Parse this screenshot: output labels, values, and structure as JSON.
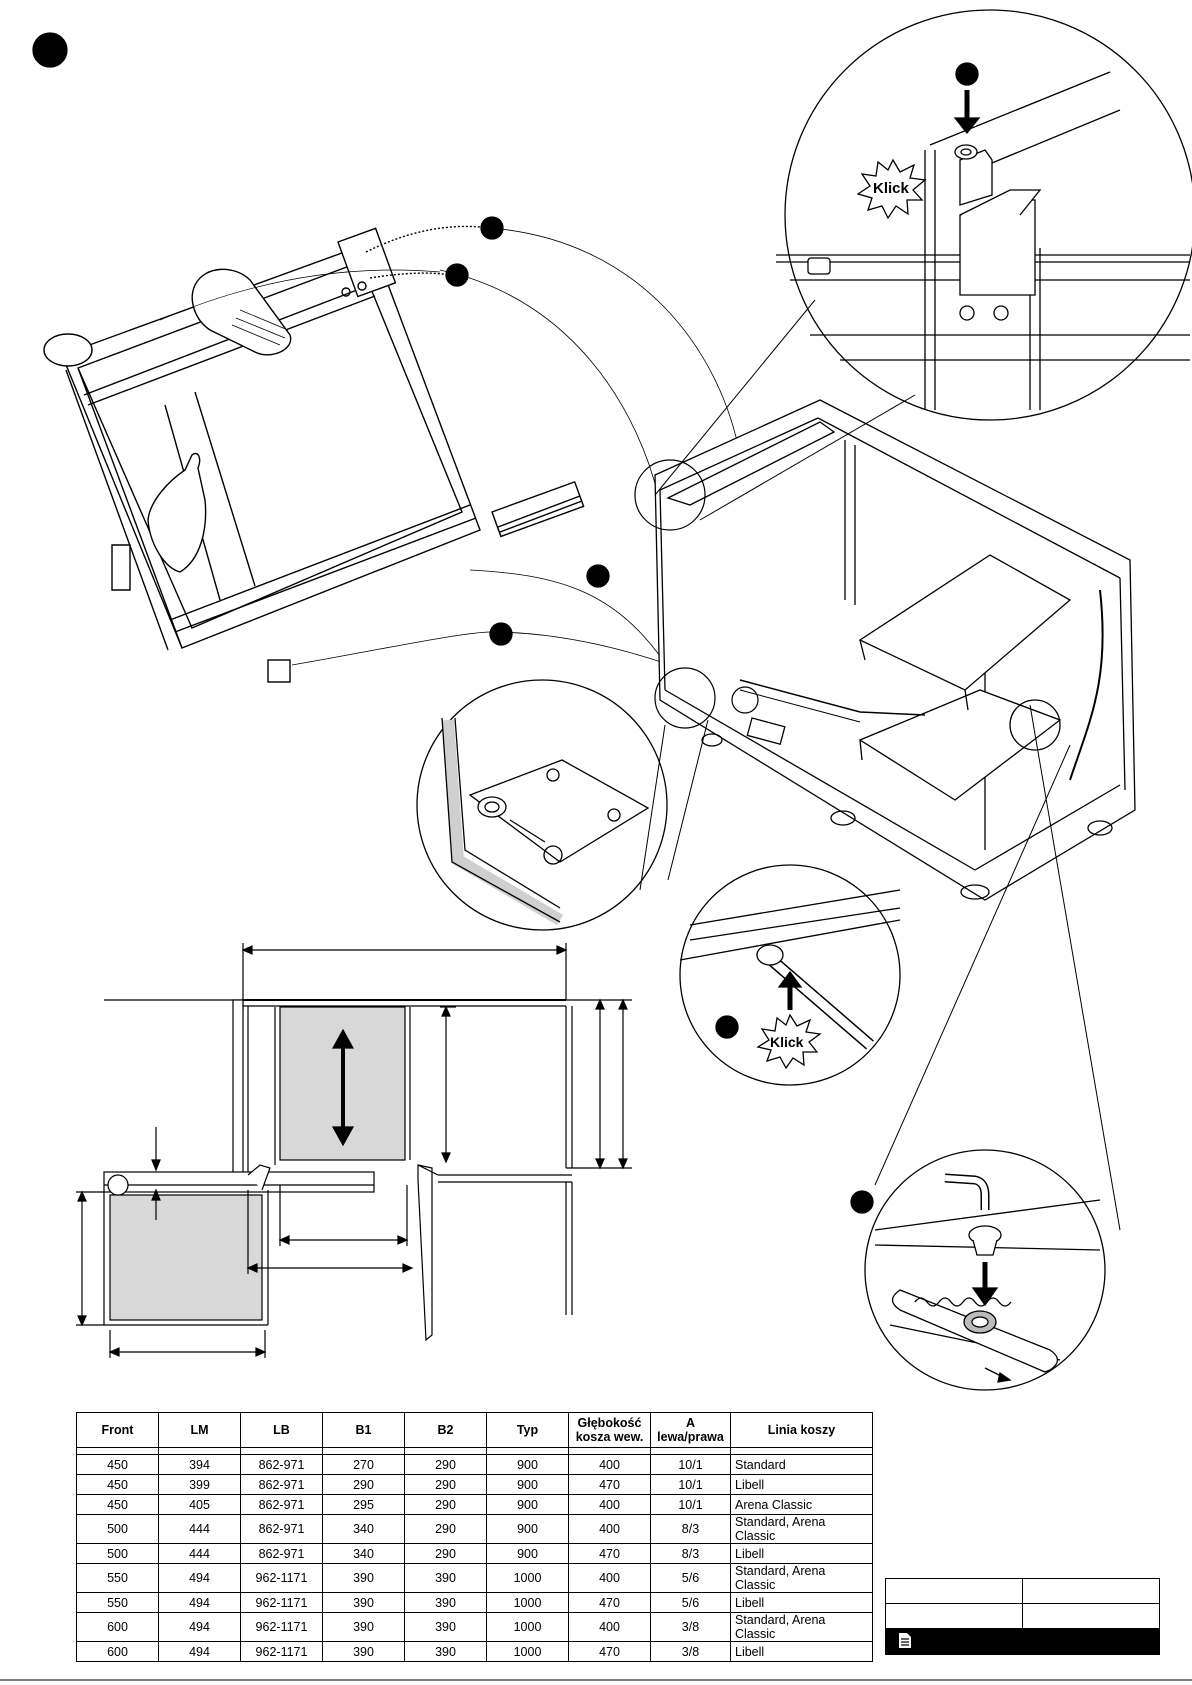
{
  "callouts": {
    "klick_top": "Klick",
    "klick_bottom": "Klick"
  },
  "table": {
    "headers": [
      "Front",
      "LM",
      "LB",
      "B1",
      "B2",
      "Typ",
      "Głębokość kosza wew.",
      "A lewa/prawa",
      "Linia koszy"
    ],
    "rows": [
      [
        "450",
        "394",
        "862-971",
        "270",
        "290",
        "900",
        "400",
        "10/1",
        "Standard"
      ],
      [
        "450",
        "399",
        "862-971",
        "290",
        "290",
        "900",
        "470",
        "10/1",
        "Libell"
      ],
      [
        "450",
        "405",
        "862-971",
        "295",
        "290",
        "900",
        "400",
        "10/1",
        "Arena Classic"
      ],
      [
        "500",
        "444",
        "862-971",
        "340",
        "290",
        "900",
        "400",
        "8/3",
        "Standard, Arena Classic"
      ],
      [
        "500",
        "444",
        "862-971",
        "340",
        "290",
        "900",
        "470",
        "8/3",
        "Libell"
      ],
      [
        "550",
        "494",
        "962-1171",
        "390",
        "390",
        "1000",
        "400",
        "5/6",
        "Standard, Arena Classic"
      ],
      [
        "550",
        "494",
        "962-1171",
        "390",
        "390",
        "1000",
        "470",
        "5/6",
        "Libell"
      ],
      [
        "600",
        "494",
        "962-1171",
        "390",
        "390",
        "1000",
        "400",
        "3/8",
        "Standard, Arena Classic"
      ],
      [
        "600",
        "494",
        "962-1171",
        "390",
        "390",
        "1000",
        "470",
        "3/8",
        "Libell"
      ]
    ]
  },
  "title_block": {
    "icon": "document-icon"
  }
}
